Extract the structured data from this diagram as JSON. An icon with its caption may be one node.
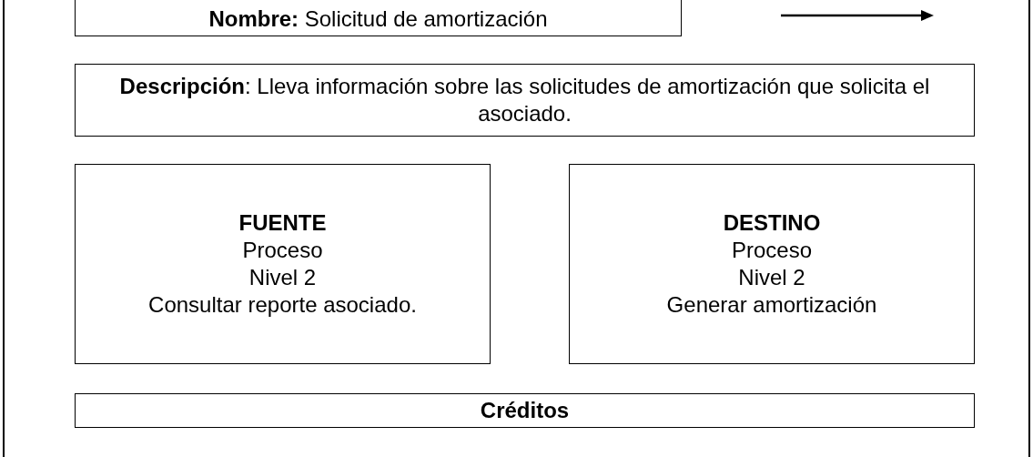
{
  "diagram": {
    "nodes": [
      {
        "text": [
          "**Nombre:** Solicitud de amortización"
        ]
      },
      {
        "text": [
          "**Descripción**: Lleva información sobre las solicitudes de amortización que solicita el asociado."
        ]
      },
      {
        "text": [
          "FUENTE",
          "Proceso",
          "Nivel 2",
          "Consultar reporte asociado."
        ]
      },
      {
        "text": [
          "DESTINO",
          "Proceso",
          "Nivel 2",
          "Generar amortización"
        ]
      },
      {
        "text": [
          "Créditos"
        ]
      }
    ]
  }
}
